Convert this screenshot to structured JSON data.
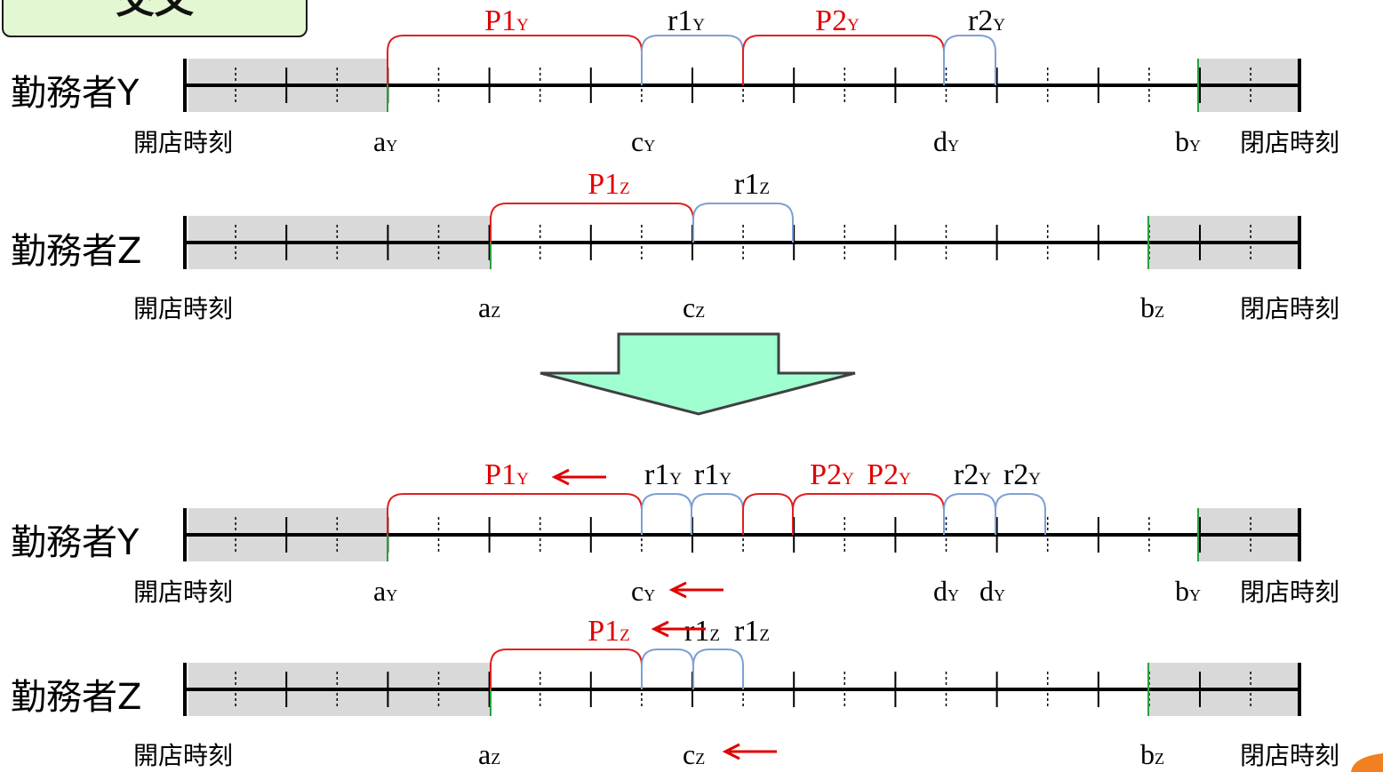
{
  "title_label": "交叉",
  "colors": {
    "work_arc": "#e02020",
    "rest_arc": "#7f9fd6",
    "label_red": "#e00000",
    "grey_zone": "#d9d9d9",
    "open_tick": "#2aa040",
    "arrow_fill": "#a0ffd0",
    "corner_mark": "#f08020"
  },
  "common": {
    "open_label": "開店時刻",
    "close_label": "閉店時刻"
  },
  "panels": [
    {
      "worker_label": "勤務者Y",
      "sub": "Y",
      "shift_start": "a",
      "shift_end": "b",
      "point_labels": [
        {
          "base": "c",
          "sub": "Y"
        },
        {
          "base": "d",
          "sub": "Y"
        }
      ],
      "segments": [
        {
          "kind": "work",
          "base": "P1",
          "sub": "Y"
        },
        {
          "kind": "rest",
          "base": "r1",
          "sub": "Y"
        },
        {
          "kind": "work",
          "base": "P2",
          "sub": "Y"
        },
        {
          "kind": "rest",
          "base": "r2",
          "sub": "Y"
        }
      ]
    },
    {
      "worker_label": "勤務者Z",
      "sub": "Z",
      "shift_start": "a",
      "shift_end": "b",
      "point_labels": [
        {
          "base": "c",
          "sub": "Z"
        }
      ],
      "segments": [
        {
          "kind": "work",
          "base": "P1",
          "sub": "Z"
        },
        {
          "kind": "rest",
          "base": "r1",
          "sub": "Z"
        }
      ]
    },
    {
      "worker_label": "勤務者Y",
      "sub": "Y",
      "shift_start": "a",
      "shift_end": "b",
      "point_labels": [
        {
          "base": "c",
          "sub": "Y"
        },
        {
          "base": "d",
          "sub": "Y"
        },
        {
          "base": "d",
          "sub": "Y"
        }
      ],
      "segments": [
        {
          "kind": "work",
          "base": "P1",
          "sub": "Y"
        },
        {
          "kind": "rest",
          "base": "r1",
          "sub": "Y"
        },
        {
          "kind": "rest",
          "base": "r1",
          "sub": "Y"
        },
        {
          "kind": "work",
          "base": "P2",
          "sub": "Y"
        },
        {
          "kind": "work",
          "base": "P2",
          "sub": "Y"
        },
        {
          "kind": "rest",
          "base": "r2",
          "sub": "Y"
        },
        {
          "kind": "rest",
          "base": "r2",
          "sub": "Y"
        }
      ]
    },
    {
      "worker_label": "勤務者Z",
      "sub": "Z",
      "shift_start": "a",
      "shift_end": "b",
      "point_labels": [
        {
          "base": "c",
          "sub": "Z"
        }
      ],
      "segments": [
        {
          "kind": "work",
          "base": "P1",
          "sub": "Z"
        },
        {
          "kind": "rest",
          "base": "r1",
          "sub": "Z"
        },
        {
          "kind": "rest",
          "base": "r1",
          "sub": "Z"
        }
      ]
    }
  ]
}
